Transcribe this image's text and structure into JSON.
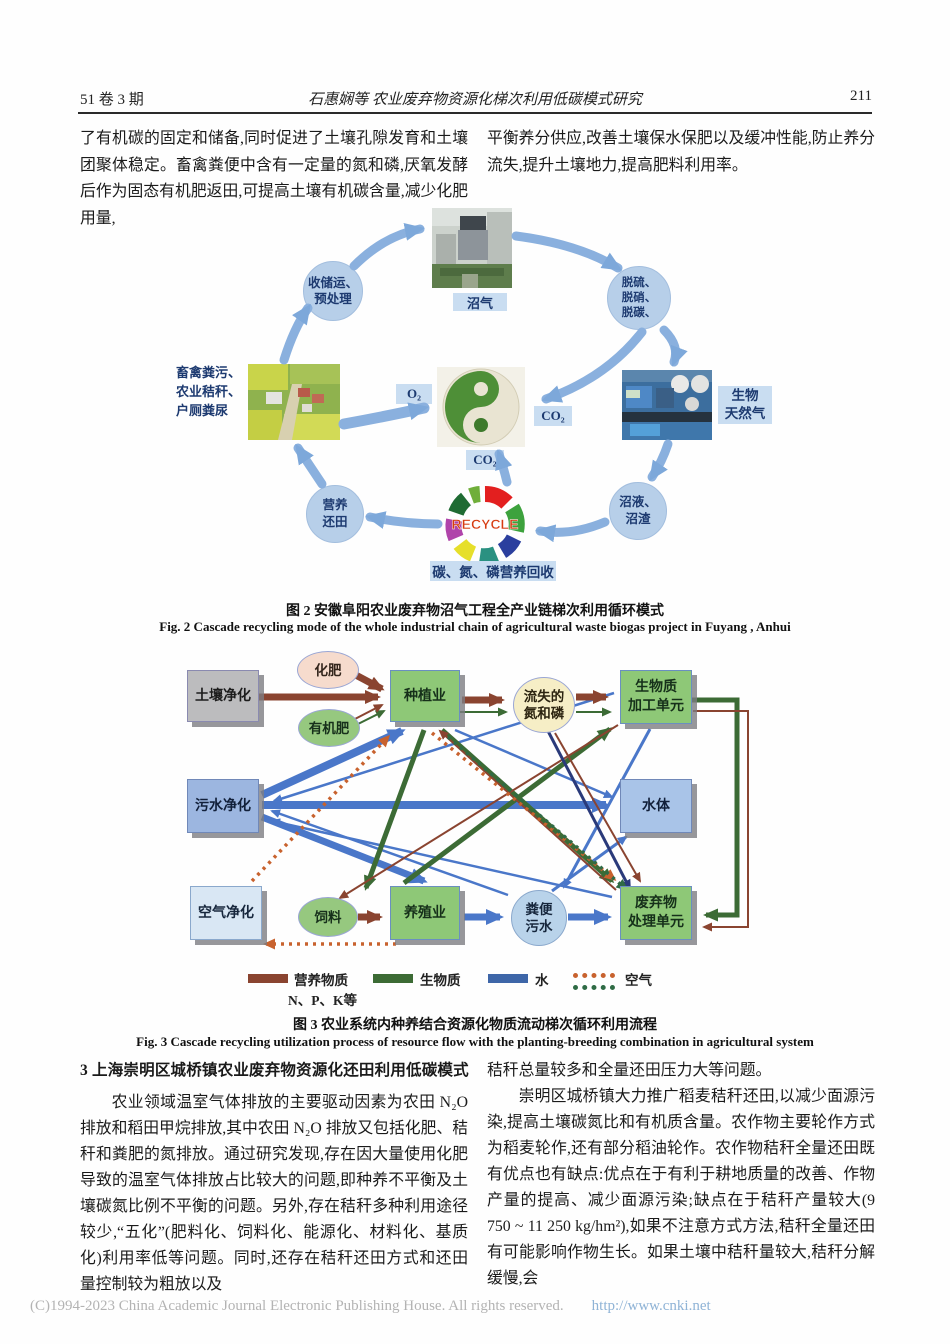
{
  "header": {
    "left": "51 卷 3 期",
    "center": "石惠娴等   农业废弃物资源化梯次利用低碳模式研究",
    "page_number": "211"
  },
  "intro": {
    "left_col": "了有机碳的固定和储备,同时促进了土壤孔隙发育和土壤团聚体稳定。畜禽粪便中含有一定量的氮和磷,厌氧发酵后作为固态有机肥返田,可提高土壤有机碳含量,减少化肥用量,",
    "right_col": "平衡养分供应,改善土壤保水保肥以及缓冲性能,防止养分流失,提升土壤地力,提高肥料利用率。"
  },
  "figure2": {
    "nodes": {
      "collection": "收储运、\n预处理",
      "biogas": "沼气",
      "desulfur": "脱硫、\n脱硝、\n脱碳、",
      "source": "畜禽粪污、\n农业秸秆、\n户厕粪尿",
      "o2": "O₂",
      "co2_right": "CO₂",
      "co2_bottom": "CO₂",
      "bio_natural_gas": "生物\n天然气",
      "nutrient_return": "营养\n还田",
      "recycle": "RECYCLE",
      "slurry": "沼液、\n沼渣",
      "cnp_recovery": "碳、氮、磷营养回收"
    },
    "caption_zh": "图 2   安徽阜阳农业废弃物沼气工程全产业链梯次利用循环模式",
    "caption_en": "Fig. 2   Cascade recycling mode of the whole industrial chain of agricultural waste biogas project in Fuyang , Anhui"
  },
  "figure3": {
    "nodes": {
      "soil": "土壤净化",
      "fertilizer": "化肥",
      "organic": "有机肥",
      "planting": "种植业",
      "lost_np": "流失的\n氮和磷",
      "biomass_unit": "生物质\n加工单元",
      "sewage": "污水净化",
      "water": "水体",
      "air": "空气净化",
      "feed": "饲料",
      "breeding": "养殖业",
      "manure": "粪便\n污水",
      "waste_unit": "废弃物\n处理单元"
    },
    "legend": {
      "nutrient_label": "营养物质",
      "nutrient_sublabel": "N、P、K等",
      "nutrient_color": "#8a4430",
      "biomass_label": "生物质",
      "biomass_color": "#3c6b35",
      "water_label": "水",
      "water_color": "#3e66a8",
      "air_label": "空气",
      "air_colors": [
        "#c8622e",
        "#2f6b45"
      ]
    },
    "caption_zh": "图 3   农业系统内种养结合资源化物质流动梯次循环利用流程",
    "caption_en": "Fig. 3   Cascade recycling utilization process of resource flow with the planting-breeding combination in agricultural system"
  },
  "section3": {
    "heading": "3   上海崇明区城桥镇农业废弃物资源化还田利用低碳模式",
    "para1": "农业领域温室气体排放的主要驱动因素为农田 N₂O 排放和稻田甲烷排放,其中农田 N₂O 排放又包括化肥、秸秆和粪肥的氮排放。通过研究发现,存在因大量使用化肥导致的温室气体排放占比较大的问题,即种养不平衡及土壤碳氮比例不平衡的问题。另外,存在秸秆多种利用途径较少,“五化”(肥料化、饲料化、能源化、材料化、基质化)利用率低等问题。同时,还存在秸秆还田方式和还田量控制较为粗放以及",
    "para2_cont": "秸秆总量较多和全量还田压力大等问题。",
    "para2": "崇明区城桥镇大力推广稻麦秸秆还田,以减少面源污染,提高土壤碳氮比和有机质含量。农作物主要轮作方式为稻麦轮作,还有部分稻油轮作。农作物秸秆全量还田既有优点也有缺点:优点在于有利于耕地质量的改善、作物产量的提高、减少面源污染;缺点在于秸秆产量较大(9 750 ~ 11 250 kg/hm²),如果不注意方式方法,秸秆全量还田有可能影响作物生长。如果土壤中秸秆量较大,秸秆分解缓慢,会"
  },
  "footer": {
    "copyright": "(C)1994-2023 China Academic Journal Electronic Publishing House. All rights reserved.",
    "url": "http://www.cnki.net"
  }
}
